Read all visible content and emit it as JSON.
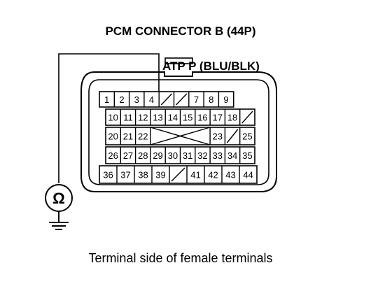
{
  "diagram": {
    "title": "PCM CONNECTOR B (44P)",
    "callout_label": "ATP P (BLU/BLK)",
    "caption": "Terminal side of female terminals",
    "meter_symbol": "Ω",
    "meter_icon": "ohmmeter-icon",
    "ground_icon": "ground-symbol-icon",
    "connector": {
      "rows": [
        [
          "1",
          "2",
          "3",
          "4",
          "",
          "",
          "7",
          "8",
          "9"
        ],
        [
          "10",
          "11",
          "12",
          "13",
          "14",
          "15",
          "16",
          "17",
          "18",
          ""
        ],
        [
          "20",
          "21",
          "22",
          "",
          "",
          "",
          "",
          "23",
          "",
          "25"
        ],
        [
          "26",
          "27",
          "28",
          "29",
          "30",
          "31",
          "32",
          "33",
          "34",
          "35"
        ],
        [
          "36",
          "37",
          "38",
          "39",
          "",
          "41",
          "42",
          "43",
          "44"
        ]
      ],
      "probe_terminal": "4"
    }
  }
}
